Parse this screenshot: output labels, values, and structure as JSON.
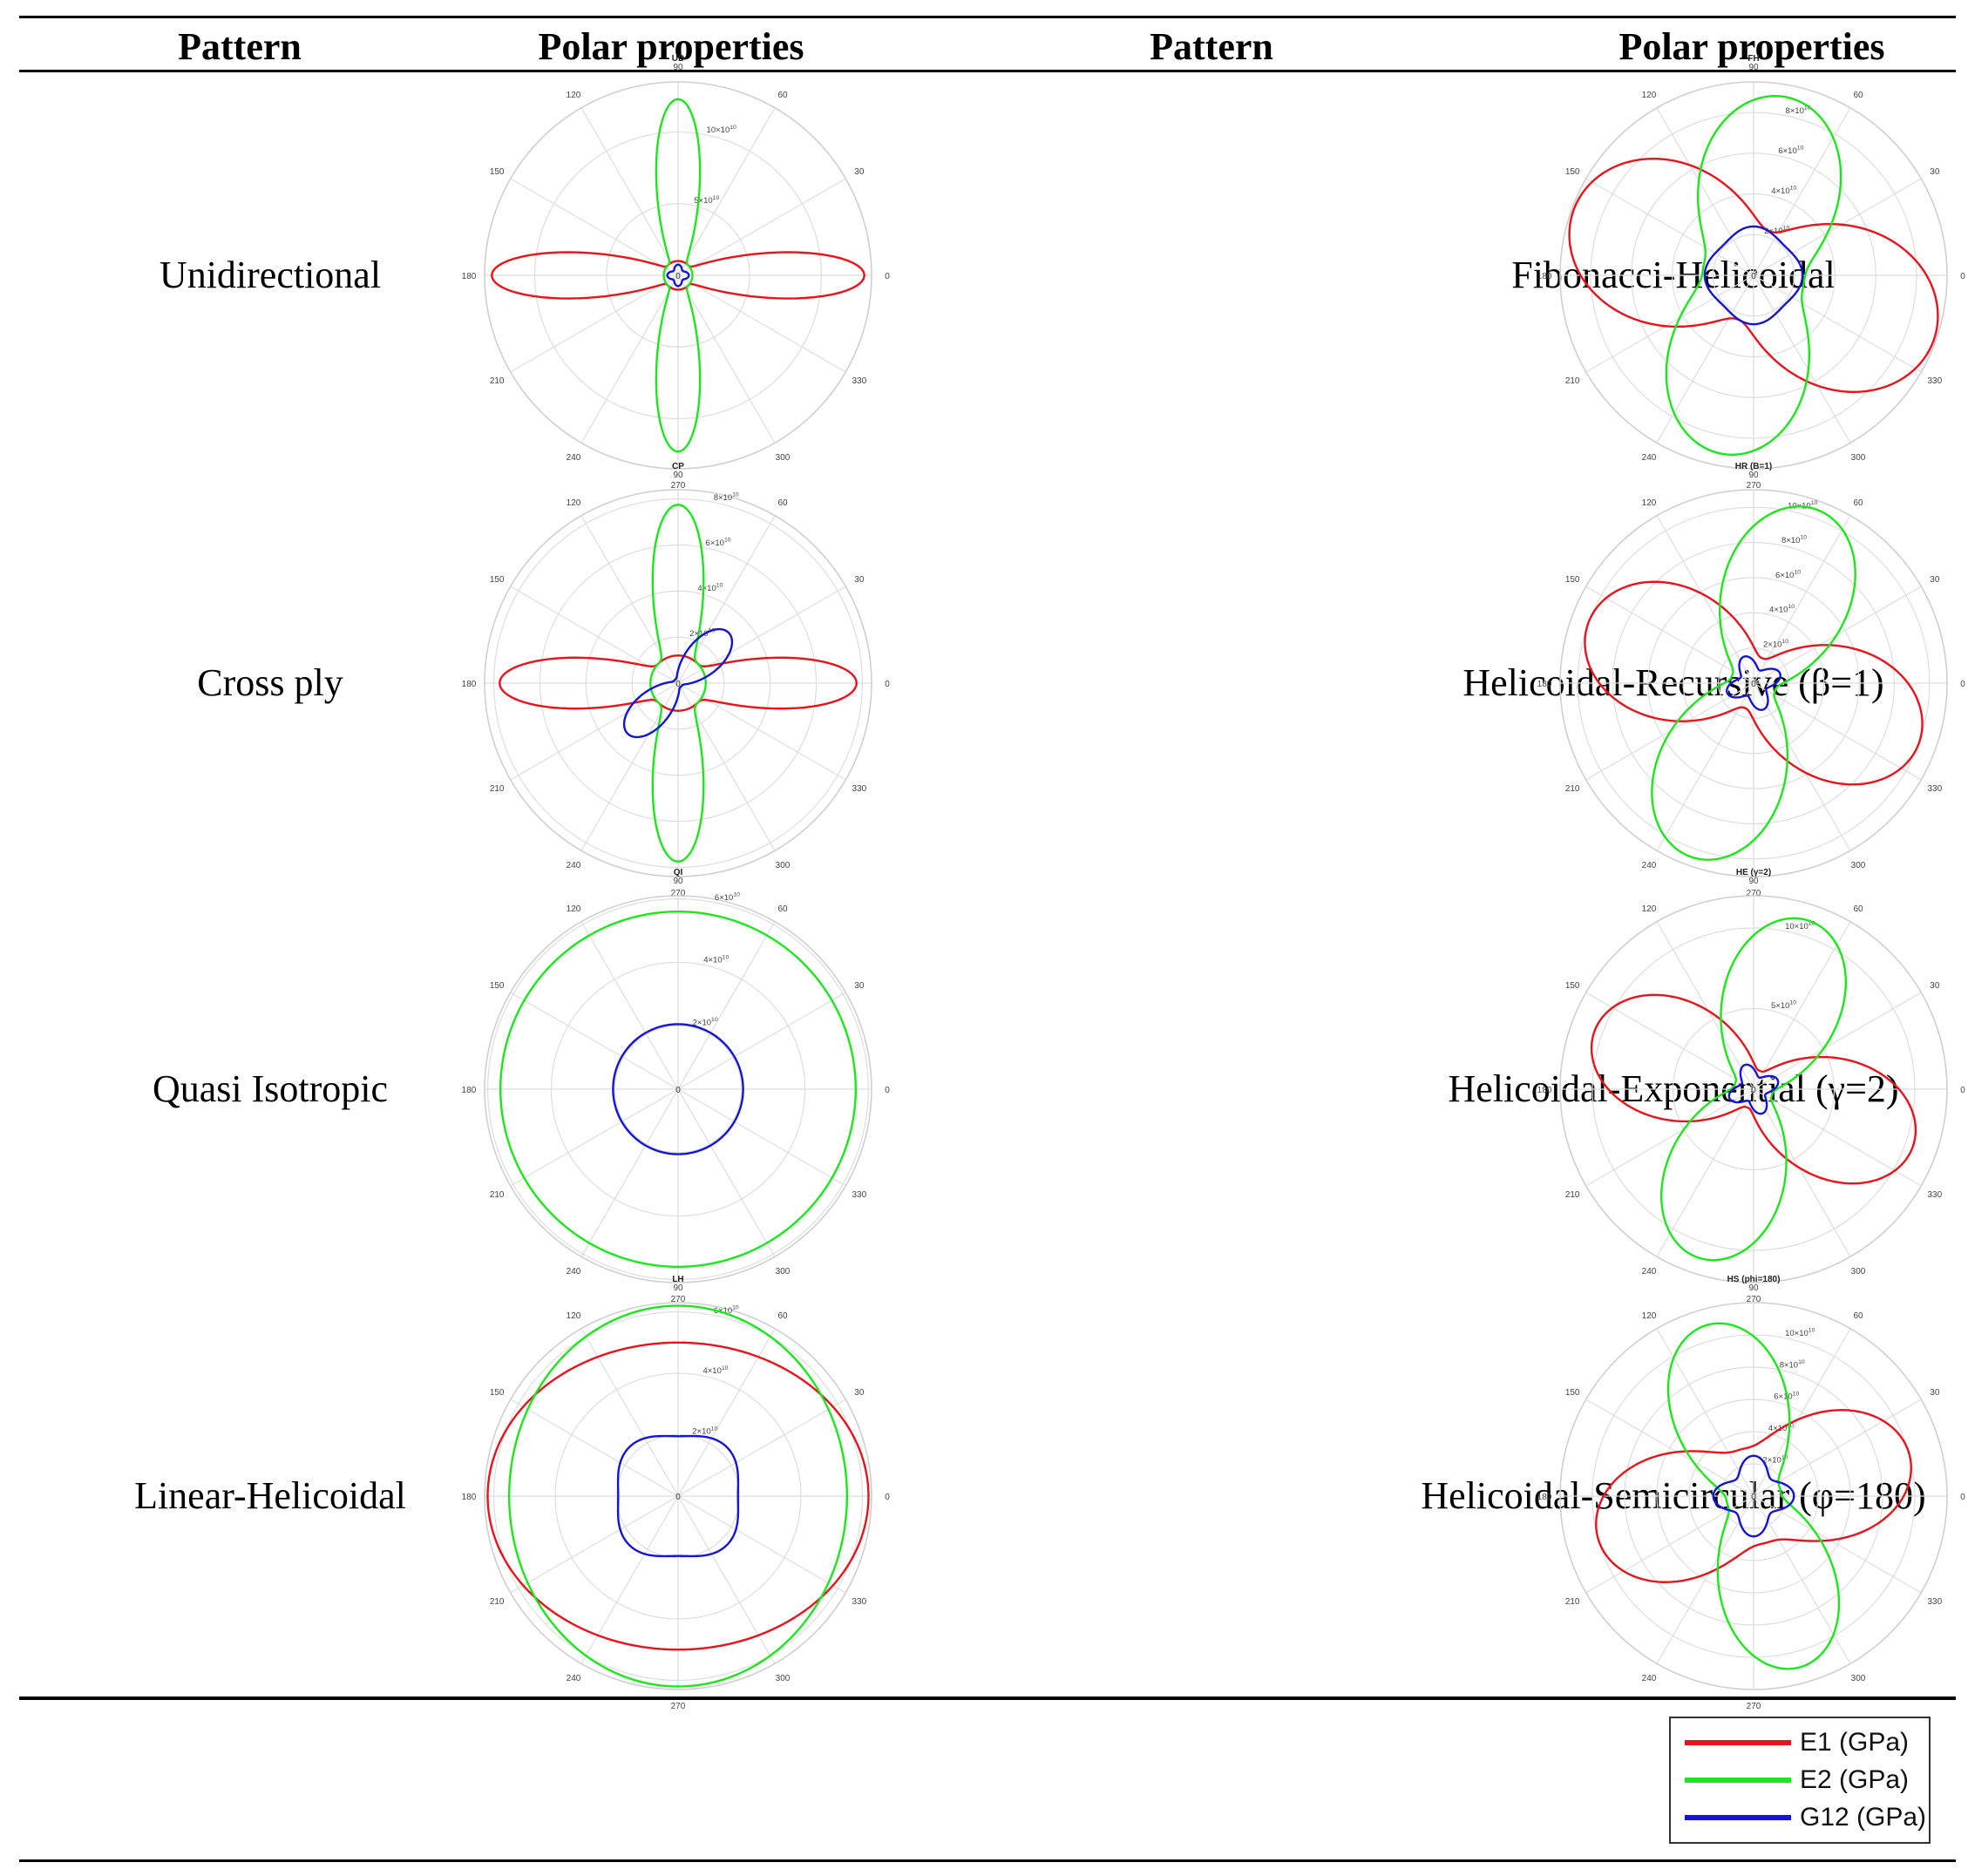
{
  "table": {
    "headers": [
      "Pattern",
      "Polar properties",
      "Pattern",
      "Polar properties"
    ]
  },
  "colors": {
    "E1": "#e8141b",
    "E2": "#1ee61e",
    "G12": "#1414d6",
    "grid": "#dddddd",
    "text": "#444444"
  },
  "legend": [
    {
      "label": "E1 (GPa)",
      "color": "#e8141b"
    },
    {
      "label": "E2 (GPa)",
      "color": "#1ee61e"
    },
    {
      "label": "G12 (GPa)",
      "color": "#1414d6"
    }
  ],
  "chart_data": [
    {
      "type": "polar",
      "pattern": "Unidirectional",
      "title": "UD",
      "rmax": 135000000000.0,
      "rticks": [
        {
          "value": 50000000000.0,
          "label": "5×10^10"
        },
        {
          "value": 100000000000.0,
          "label": "10×10^10"
        }
      ],
      "angle_labels": [
        "0",
        "30",
        "60",
        "90",
        "120",
        "150",
        "180",
        "210",
        "240",
        "270",
        "300",
        "330"
      ],
      "series": [
        {
          "name": "E1",
          "model": "petal",
          "axis": 0,
          "base": 10000000000.0,
          "peak": 130000000000.0,
          "k": 26
        },
        {
          "name": "E2",
          "model": "petal",
          "axis": 90,
          "base": 10000000000.0,
          "peak": 123000000000.0,
          "k": 26
        },
        {
          "name": "G12",
          "model": "cos4",
          "a": 6000000000.0,
          "b": 1500000000.0,
          "phase": 0
        }
      ]
    },
    {
      "type": "polar",
      "pattern": "Fibonacci-Helicoidal",
      "title": "FH",
      "rmax": 95000000000.0,
      "rticks": [
        {
          "value": 20000000000.0,
          "label": "2×10^10"
        },
        {
          "value": 40000000000.0,
          "label": "4×10^10"
        },
        {
          "value": 60000000000.0,
          "label": "6×10^10"
        },
        {
          "value": 80000000000.0,
          "label": "8×10^10"
        }
      ],
      "angle_labels": [
        "0",
        "30",
        "60",
        "90",
        "120",
        "150",
        "180",
        "210",
        "240",
        "270",
        "300",
        "330"
      ],
      "series": [
        {
          "name": "E1",
          "model": "petal",
          "axis": -20,
          "base": 23000000000.0,
          "peak": 94000000000.0,
          "k": 2.2
        },
        {
          "name": "E2",
          "model": "petal",
          "axis": 80,
          "base": 25000000000.0,
          "peak": 89000000000.0,
          "k": 3
        },
        {
          "name": "G12",
          "model": "cos4",
          "a": 22500000000.0,
          "b": 1500000000.0,
          "phase": 0
        }
      ]
    },
    {
      "type": "polar",
      "pattern": "Cross ply",
      "title": "CP",
      "rmax": 84000000000.0,
      "rticks": [
        {
          "value": 20000000000.0,
          "label": "2×10^10"
        },
        {
          "value": 40000000000.0,
          "label": "4×10^10"
        },
        {
          "value": 60000000000.0,
          "label": "6×10^10"
        },
        {
          "value": 80000000000.0,
          "label": "8×10^10"
        }
      ],
      "angle_labels": [
        "0",
        "30",
        "60",
        "90",
        "120",
        "150",
        "180",
        "210",
        "240",
        "270",
        "300",
        "330"
      ],
      "series": [
        {
          "name": "E1",
          "model": "petal",
          "axis": 0,
          "base": 12000000000.0,
          "peak": 77500000000.0,
          "k": 22
        },
        {
          "name": "E2",
          "model": "petal",
          "axis": 90,
          "base": 12000000000.0,
          "peak": 77500000000.0,
          "k": 22
        },
        {
          "name": "G12",
          "model": "petal",
          "axis": 45,
          "base": 2000000000.0,
          "peak": 31000000000.0,
          "k": 6
        }
      ]
    },
    {
      "type": "polar",
      "pattern": "Helicoidal-Recursive (β=1)",
      "title": "HR (B=1)",
      "rmax": 110000000000.0,
      "rticks": [
        {
          "value": 20000000000.0,
          "label": "2×10^10"
        },
        {
          "value": 40000000000.0,
          "label": "4×10^10"
        },
        {
          "value": 60000000000.0,
          "label": "6×10^10"
        },
        {
          "value": 80000000000.0,
          "label": "8×10^10"
        },
        {
          "value": 100000000000.0,
          "label": "10×10^10"
        }
      ],
      "angle_labels": [
        "0",
        "30",
        "60",
        "90",
        "120",
        "150",
        "180",
        "210",
        "240",
        "270",
        "300",
        "330"
      ],
      "series": [
        {
          "name": "E1",
          "model": "petal",
          "axis": -20,
          "base": 15000000000.0,
          "peak": 100000000000.0,
          "k": 2.5
        },
        {
          "name": "E2",
          "model": "petal",
          "axis": 70,
          "base": 13000000000.0,
          "peak": 105000000000.0,
          "k": 3
        },
        {
          "name": "G12",
          "model": "cos4",
          "a": 12000000000.0,
          "b": 4000000000.0,
          "phase": 20
        }
      ]
    },
    {
      "type": "polar",
      "pattern": "Quasi Isotropic",
      "title": "QI",
      "rmax": 61000000000.0,
      "rticks": [
        {
          "value": 20000000000.0,
          "label": "2×10^10"
        },
        {
          "value": 40000000000.0,
          "label": "4×10^10"
        },
        {
          "value": 60000000000.0,
          "label": "6×10^10"
        }
      ],
      "angle_labels": [
        "0",
        "30",
        "60",
        "90",
        "120",
        "150",
        "180",
        "210",
        "240",
        "270",
        "300",
        "330"
      ],
      "series": [
        {
          "name": "E2",
          "model": "circle",
          "r": 56000000000.0
        },
        {
          "name": "G12",
          "model": "circle",
          "r": 20500000000.0
        }
      ]
    },
    {
      "type": "polar",
      "pattern": "Helicoidal-Exponential (γ=2)",
      "title": "HE (γ=2)",
      "rmax": 120000000000.0,
      "rticks": [
        {
          "value": 50000000000.0,
          "label": "5×10^10"
        },
        {
          "value": 100000000000.0,
          "label": "10×10^10"
        }
      ],
      "angle_labels": [
        "0",
        "30",
        "60",
        "90",
        "120",
        "150",
        "180",
        "210",
        "240",
        "270",
        "300",
        "330"
      ],
      "series": [
        {
          "name": "E1",
          "model": "petal",
          "axis": -20,
          "base": 12000000000.0,
          "peak": 105000000000.0,
          "k": 2.8
        },
        {
          "name": "E2",
          "model": "petal",
          "axis": 72,
          "base": 12000000000.0,
          "peak": 110000000000.0,
          "k": 3.2
        },
        {
          "name": "G12",
          "model": "cos4",
          "a": 12000000000.0,
          "b": 4000000000.0,
          "phase": 20
        }
      ]
    },
    {
      "type": "polar",
      "pattern": "Linear-Helicoidal",
      "title": "LH",
      "rmax": 63000000000.0,
      "rticks": [
        {
          "value": 20000000000.0,
          "label": "2×10^10"
        },
        {
          "value": 40000000000.0,
          "label": "4×10^10"
        },
        {
          "value": 60000000000.0,
          "label": "6×10^10"
        }
      ],
      "angle_labels": [
        "0",
        "30",
        "60",
        "90",
        "120",
        "150",
        "180",
        "210",
        "240",
        "270",
        "300",
        "330"
      ],
      "series": [
        {
          "name": "E1",
          "model": "ellipse",
          "a": 62000000000.0,
          "b": 50000000000.0
        },
        {
          "name": "E2",
          "model": "ellipse",
          "a": 55000000000.0,
          "b": 62000000000.0
        },
        {
          "name": "G12",
          "model": "cos4",
          "a": 21000000000.0,
          "b": -1500000000.0,
          "phase": 0
        }
      ]
    },
    {
      "type": "polar",
      "pattern": "Helicoidal-Semicircular (φ=180)",
      "title": "HS (phi=180)",
      "rmax": 120000000000.0,
      "rticks": [
        {
          "value": 20000000000.0,
          "label": "2×10^10"
        },
        {
          "value": 40000000000.0,
          "label": "4×10^10"
        },
        {
          "value": 60000000000.0,
          "label": "6×10^10"
        },
        {
          "value": 80000000000.0,
          "label": "8×10^10"
        },
        {
          "value": 100000000000.0,
          "label": "10×10^10"
        }
      ],
      "angle_labels": [
        "0",
        "30",
        "60",
        "90",
        "120",
        "150",
        "180",
        "210",
        "240",
        "270",
        "300",
        "330"
      ],
      "series": [
        {
          "name": "E1",
          "model": "petal",
          "axis": 15,
          "base": 30000000000.0,
          "peak": 100000000000.0,
          "k": 3
        },
        {
          "name": "E2",
          "model": "petal",
          "axis": 105,
          "base": 17000000000.0,
          "peak": 110000000000.0,
          "k": 3.6
        },
        {
          "name": "G12",
          "model": "cos4",
          "a": 20000000000.0,
          "b": 5000000000.0,
          "phase": 0
        }
      ]
    }
  ]
}
